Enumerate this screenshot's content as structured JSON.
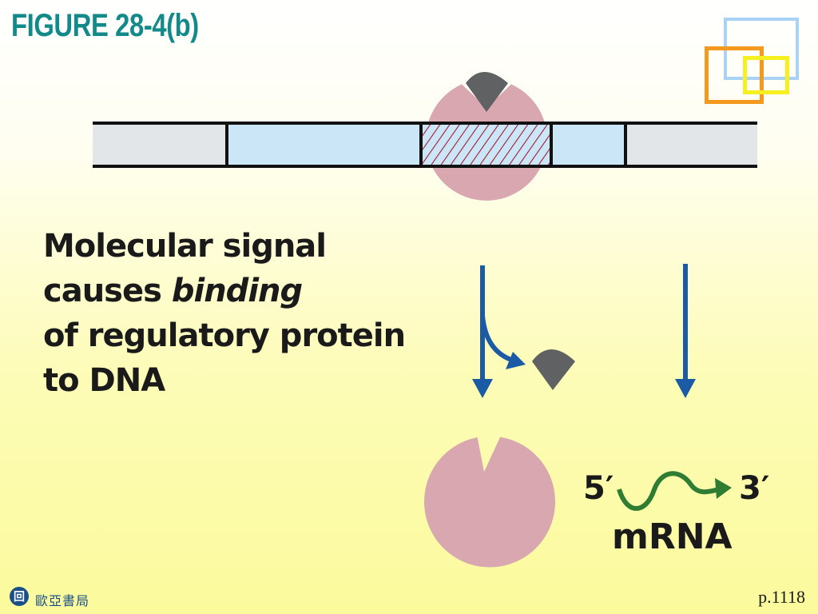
{
  "figure": {
    "title": "FIGURE 28-4(b)"
  },
  "caption": {
    "line1": "Molecular signal",
    "line2_prefix": "causes ",
    "line2_emph": "binding",
    "line3": "of regulatory protein",
    "line4": "to DNA"
  },
  "transcript": {
    "five_prime": "5′",
    "three_prime": "3′",
    "label": "mRNA"
  },
  "footer": {
    "publisher": "歐亞書局",
    "page": "p.1118",
    "logo_glyph": "回"
  },
  "colors": {
    "title": "#138a8a",
    "dna_outer": "#e3e6e8",
    "dna_inner": "#cbe6f7",
    "binding_site_hatch": "#a01d35",
    "protein": "#d8a7b0",
    "signal": "#5f6163",
    "arrow": "#1b5aa4",
    "mrna": "#2f7d32"
  },
  "icons": {
    "protein_bound": "regulatory-protein-bound-icon",
    "protein_free": "regulatory-protein-free-icon",
    "signal": "signal-molecule-icon"
  }
}
